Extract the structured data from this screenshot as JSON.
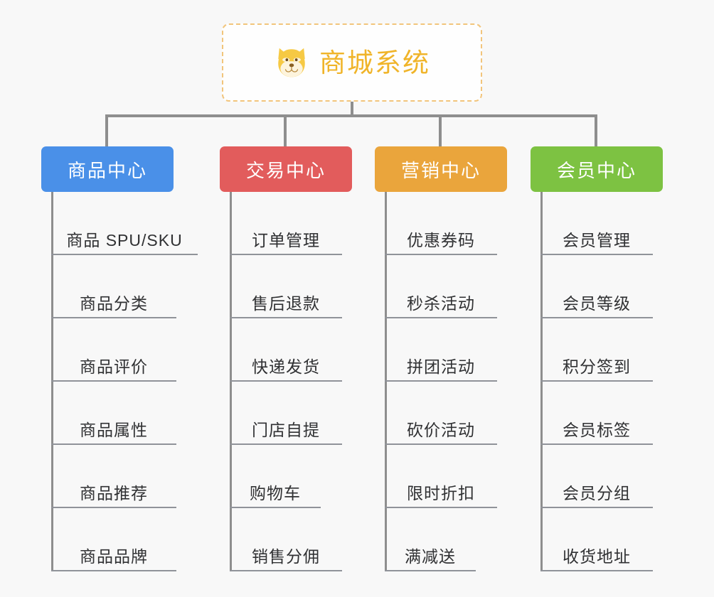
{
  "diagram": {
    "type": "mindmap-tree",
    "background_color": "#f8f8f8",
    "root": {
      "label": "商城系统",
      "icon": "dog-face-icon",
      "text_color": "#f0b429",
      "border_color": "#f2c57c",
      "border_style": "dashed",
      "fill_color": "#fefefe"
    },
    "connector_color": "#8e8e8e",
    "branches": [
      {
        "label": "商品中心",
        "color": "#4a90e8",
        "items": [
          "商品 SPU/SKU",
          "商品分类",
          "商品评价",
          "商品属性",
          "商品推荐",
          "商品品牌"
        ]
      },
      {
        "label": "交易中心",
        "color": "#e25c5c",
        "items": [
          "订单管理",
          "售后退款",
          "快递发货",
          "门店自提",
          "购物车",
          "销售分佣"
        ]
      },
      {
        "label": "营销中心",
        "color": "#eaa53c",
        "items": [
          "优惠券码",
          "秒杀活动",
          "拼团活动",
          "砍价活动",
          "限时折扣",
          "满减送"
        ]
      },
      {
        "label": "会员中心",
        "color": "#7dc242",
        "items": [
          "会员管理",
          "会员等级",
          "积分签到",
          "会员标签",
          "会员分组",
          "收货地址"
        ]
      }
    ]
  }
}
